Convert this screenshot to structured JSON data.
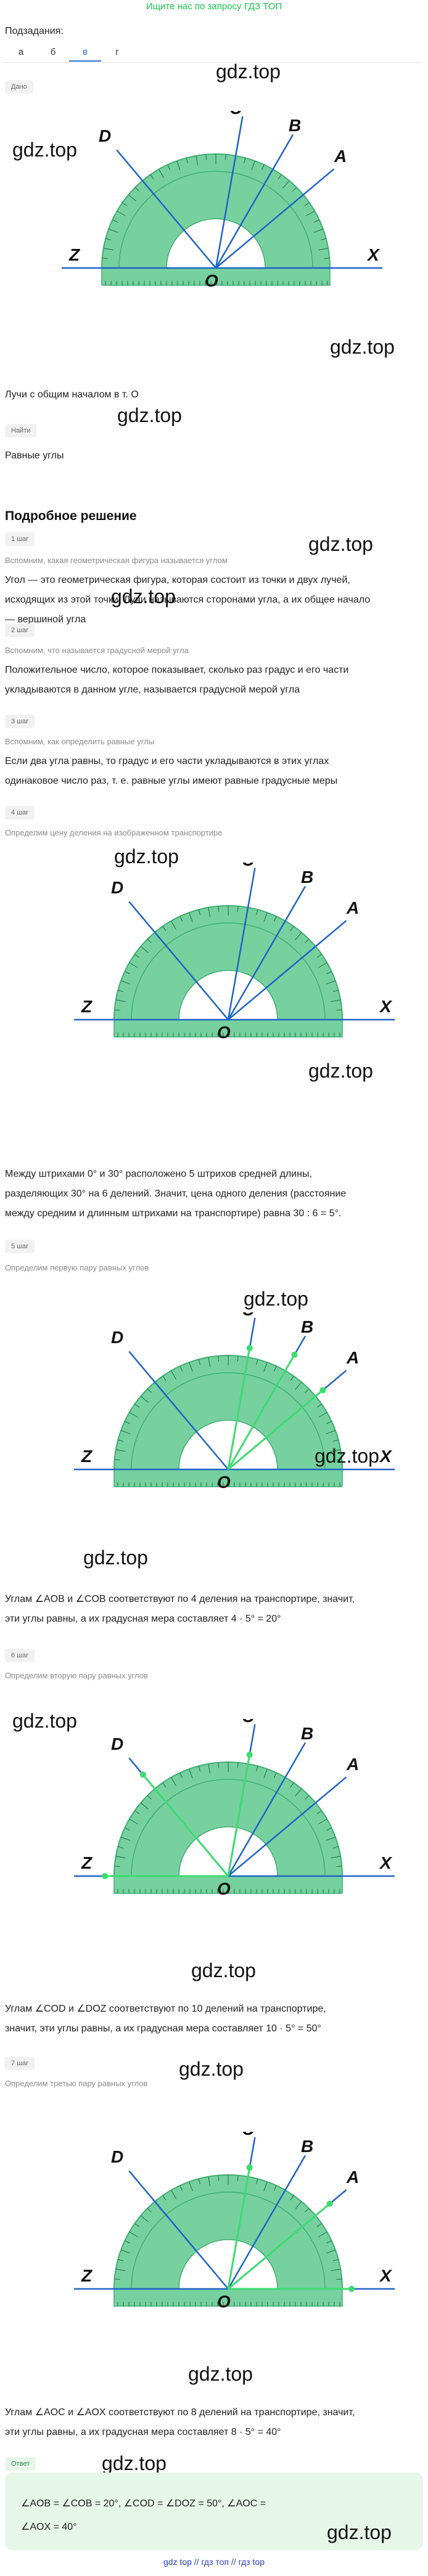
{
  "top_banner": "Ищите нас по запросу ГДЗ ТОП",
  "subtasks_label": "Подзадания:",
  "tabs": [
    {
      "label": "а",
      "active": false
    },
    {
      "label": "б",
      "active": false
    },
    {
      "label": "в",
      "active": true
    },
    {
      "label": "г",
      "active": false
    }
  ],
  "watermark": "gdz.top",
  "given": {
    "badge": "Дано",
    "text": "Лучи с общим началом в т. O"
  },
  "find": {
    "badge": "Найти",
    "text": "Равные углы"
  },
  "solution": {
    "title": "Подробное решение",
    "steps": [
      {
        "badge": "1 шаг",
        "hint": "Вспомним, какая геометрическая фигура называется углом",
        "lines": [
          "Угол — это геометрическая фигура, которая состоит из точки и двух лучей,",
          "исходящих из этой точки. Лучи называются сторонами угла, а их общее начало",
          "— вершиной угла"
        ]
      },
      {
        "badge": "2 шаг",
        "hint": "Вспомним, что называется градусной мерой угла",
        "lines": [
          "Положительное число, которое показывает, сколько раз градус и его части",
          "укладываются в данном угле, называется градусной мерой угла"
        ]
      },
      {
        "badge": "3 шаг",
        "hint": "Вспомним, как определить равные углы",
        "lines": [
          "Если два угла равны, то градус и его части укладываются в этих углах",
          "одинаковое число раз, т. е. равные углы имеют равные градусные меры"
        ]
      },
      {
        "badge": "4 шаг",
        "hint": "Определим цену деления на изображенном транспортире",
        "lines": [
          "Между штрихами 0° и 30° расположено 5 штрихов средней длины,",
          "разделяющих 30° на 6 делений. Значит, цена одного деления (расстояние",
          "между средним и длинным штрихами на транспортире) равна 30 : 6 = 5°."
        ]
      },
      {
        "badge": "5 шаг",
        "hint": "Определим первую пару равных углов",
        "lines": [
          "Углам ∠AOB и ∠COB соответствуют по 4 деления на транспортире, значит,",
          "эти углы равны, а их градусная мера составляет 4 · 5° = 20°"
        ]
      },
      {
        "badge": "6 шаг",
        "hint": "Определим вторую пару равных углов",
        "lines": [
          "Углам ∠COD и ∠DOZ соответствуют по 10 делений на транспортире,",
          "значит, эти углы равны, а их градусная мера составляет 10 · 5° = 50°"
        ]
      },
      {
        "badge": "7 шаг",
        "hint": "Определим третью пару равных углов",
        "lines": [
          "Углам ∠AOC и ∠AOX соответствуют по 8 делений на транспортире, значит,",
          "эти углы равны, а их градусная мера составляет 8 · 5° = 40°"
        ]
      }
    ]
  },
  "answer": {
    "badge": "Ответ",
    "line1": "∠AOB = ∠COB = 20°, ∠COD = ∠DOZ = 50°, ∠AOC =",
    "line2": "∠AOX = 40°"
  },
  "figure_labels": {
    "D": "D",
    "C": "C",
    "B": "B",
    "A": "A",
    "Z": "Z",
    "X": "X",
    "O": "O"
  },
  "colors": {
    "accent": "#2e6fd6",
    "banner": "#17c54b",
    "protractor": "#5ec98e",
    "ray": "#1f63c6",
    "highlight": "#3ddc70"
  },
  "footer": "gdz top // гдз топ // гдз top"
}
